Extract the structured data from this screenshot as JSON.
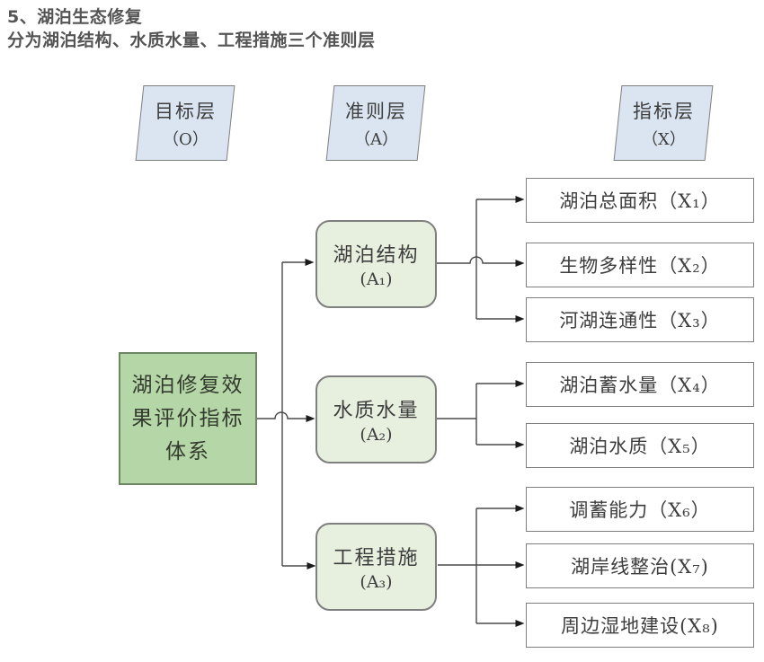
{
  "title": "5、湖泊生态修复",
  "subtitle": "分为湖泊结构、水质水量、工程措施三个准则层",
  "layer_headers": [
    {
      "name": "目标层",
      "code": "（O）"
    },
    {
      "name": "准则层",
      "code": "（A）"
    },
    {
      "name": "指标层",
      "code": "（X）"
    }
  ],
  "goal_box": {
    "label": "湖泊修复效果评价指标体系"
  },
  "criterion_boxes": [
    {
      "label": "湖泊结构",
      "code": "(A₁)"
    },
    {
      "label": "水质水量",
      "code": "(A₂)"
    },
    {
      "label": "工程措施",
      "code": "(A₃)"
    }
  ],
  "indicator_boxes": [
    {
      "label": "湖泊总面积（X₁）"
    },
    {
      "label": "生物多样性（X₂）"
    },
    {
      "label": "河湖连通性（X₃）"
    },
    {
      "label": "湖泊蓄水量（X₄）"
    },
    {
      "label": "湖泊水质（X₅）"
    },
    {
      "label": "调蓄能力（X₆）"
    },
    {
      "label": "湖岸线整治(X₇)"
    },
    {
      "label": "周边湿地建设(X₈)"
    }
  ],
  "colors": {
    "goal-fill": "#b5d6a6",
    "goal-border": "#6d8764",
    "criterion-fill": "#e7f0df",
    "header-fill": "#dbe5f1",
    "box-border": "#7f7f7f",
    "line-color": "#4a4a4a",
    "title-color": "#545454",
    "text-color": "#3d3d3d"
  }
}
